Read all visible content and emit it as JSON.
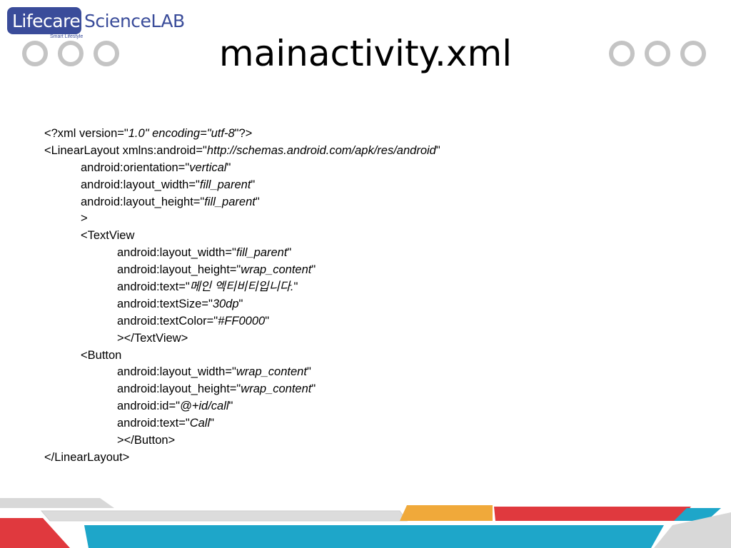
{
  "logo": {
    "word1": "Lifecare",
    "word2": "ScienceLAB",
    "tagline": "Smart Lifestyle"
  },
  "title": "mainactivity.xml",
  "code": {
    "xml_decl_prefix": "<?xml version=\"",
    "xml_version": "1.0",
    "xml_decl_mid": "\" encoding=\"",
    "xml_encoding": "utf-8",
    "xml_decl_suffix": "\"?>",
    "ll_open_prefix": "<LinearLayout xmlns:android=\"",
    "ll_xmlns": "http://schemas.android.com/apk/res/android",
    "quote": "\"",
    "orientation_attr": "android:orientation=\"",
    "orientation_val": "vertical",
    "ll_width_attr": "android:layout_width=\"",
    "ll_width_val": "fill_parent",
    "ll_height_attr": "android:layout_height=\"",
    "ll_height_val": "fill_parent",
    "close_gt": ">",
    "tv_open": "<TextView",
    "tv_width_attr": "android:layout_width=\"",
    "tv_width_val": "fill_parent",
    "tv_height_attr": "android:layout_height=\"",
    "tv_height_val": "wrap_content",
    "tv_text_attr": "android:text=\"",
    "tv_text_val": "메인 엑티비티입니다.",
    "tv_size_attr": "android:textSize=\"",
    "tv_size_val": "30dp",
    "tv_color_attr": "android:textColor=\"",
    "tv_color_val": "#FF0000",
    "tv_close": "></TextView>",
    "btn_open": "<Button",
    "btn_width_attr": "android:layout_width=\"",
    "btn_width_val": "wrap_content",
    "btn_height_attr": "android:layout_height=\"",
    "btn_height_val": "wrap_content",
    "btn_id_attr": "android:id=\"",
    "btn_id_val": "@+id/call",
    "btn_text_attr": "android:text=\"",
    "btn_text_val": "Call",
    "btn_close": "></Button>",
    "ll_close": "</LinearLayout>"
  },
  "colors": {
    "logo_blue": "#3a4c9a",
    "ring_gray": "#c4c4c4",
    "stripe_red": "#e0393e",
    "stripe_blue": "#1ea6c9",
    "stripe_orange": "#f0a93a",
    "stripe_gray": "#d8d8d8"
  }
}
